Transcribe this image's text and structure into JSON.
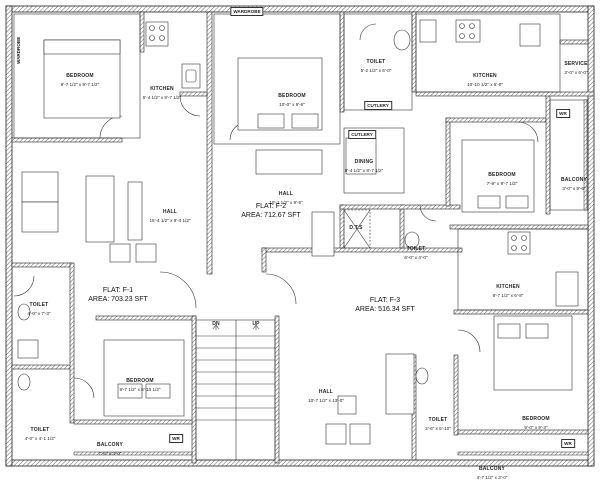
{
  "flats": [
    {
      "name": "FLAT: F-1",
      "area": "AREA: 703.23 SFT"
    },
    {
      "name": "FLAT: F-2",
      "area": "AREA: 712.67 SFT"
    },
    {
      "name": "FLAT: F-3",
      "area": "AREA: 516.34 SFT"
    }
  ],
  "rooms": {
    "f1_bedroom_top": {
      "name": "BEDROOM",
      "dim": "9'-7 1/2\" x 9'-7 1/2\""
    },
    "f1_kitchen": {
      "name": "KITCHEN",
      "dim": "5'-4 1/2\" x 9'-7 1/2\""
    },
    "f1_hall": {
      "name": "HALL",
      "dim": "15'-4 1/2\" x 9'-4 1/2\""
    },
    "f1_toilet1": {
      "name": "TOILET",
      "dim": "4'-0\" x 7'-3\""
    },
    "f1_bedroom_bottom": {
      "name": "BEDROOM",
      "dim": "9'-7 1/2\" x 8'-10 1/2\""
    },
    "f1_toilet2": {
      "name": "TOILET",
      "dim": "4'-0\" x 4'-1 1/2\""
    },
    "f1_balcony": {
      "name": "BALCONY",
      "dim": "7'-6\" x 3'-0\""
    },
    "f2_bedroom": {
      "name": "BEDROOM",
      "dim": "10'-0\" x 9'-6\""
    },
    "f2_toilet1": {
      "name": "TOILET",
      "dim": "5'-2 1/2\" x 6'-0\""
    },
    "f2_dining": {
      "name": "DINING",
      "dim": "8'-4 1/2\" x 8'-7 1/2\""
    },
    "f2_hall": {
      "name": "HALL",
      "dim": "10'-1 1/2\" x 9'-6\""
    },
    "f2_toilet2": {
      "name": "TOILET",
      "dim": "6'-0\" x 4'-0\""
    },
    "f2_kitchen": {
      "name": "KITCHEN",
      "dim": "10'-10 1/2\" x 6'-0\""
    },
    "f2_service": {
      "name": "SERVICE",
      "dim": "3'-0\" x 6'-0\""
    },
    "f2_bedroom2": {
      "name": "BEDROOM",
      "dim": "7'-9\" x 9'-7 1/2\""
    },
    "f2_balcony": {
      "name": "BALCONY",
      "dim": "3'-0\" x 9'-6\""
    },
    "f3_kitchen": {
      "name": "KITCHEN",
      "dim": "9'-7 1/2\" x 6'-8\""
    },
    "f3_hall": {
      "name": "HALL",
      "dim": "10'-7 1/2\" x 13'-0\""
    },
    "f3_toilet": {
      "name": "TOILET",
      "dim": "3'-6\" x 6'-10\""
    },
    "f3_bedroom": {
      "name": "BEDROOM",
      "dim": "9'-0\" x 9'-3\""
    },
    "f3_balcony": {
      "name": "BALCONY",
      "dim": "4'-7 1/2\" x 3'-0\""
    }
  },
  "tags": {
    "wardrobe_top": "WARDROBE",
    "wardrobe_left": "WARDROBE",
    "cutlery_top": "CUTLERY",
    "cutlery_bottom": "CUTLERY",
    "wr_1": "WR",
    "wr_2": "WR",
    "wr_3": "WR",
    "duct": "D.T.S",
    "stair_dn": "DN",
    "stair_up": "UP"
  }
}
